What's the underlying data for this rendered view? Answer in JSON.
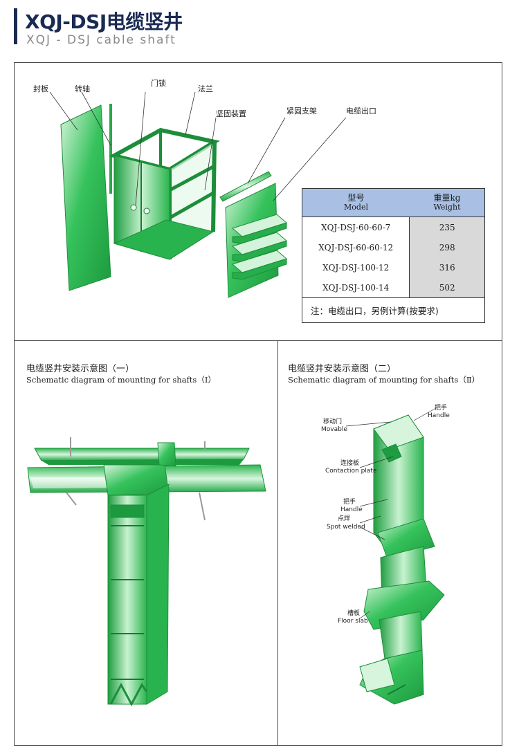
{
  "header": {
    "title": "XQJ-DSJ电缆竖井",
    "subtitle": "XQJ - DSJ cable shaft"
  },
  "diagram_top": {
    "labels": {
      "cover": "封板",
      "hinge": "转轴",
      "lock": "门锁",
      "flange": "法兰",
      "fixing": "坚固装置",
      "bracket": "紧固支架",
      "outlet": "电缆出口"
    }
  },
  "table": {
    "col1_zh": "型号",
    "col1_en": "Model",
    "col2_zh": "重量kg",
    "col2_en": "Weight",
    "rows": [
      {
        "model": "XQJ-DSJ-60-60-7",
        "weight": "235"
      },
      {
        "model": "XQJ-DSJ-60-60-12",
        "weight": "298"
      },
      {
        "model": "XQJ-DSJ-100-12",
        "weight": "316"
      },
      {
        "model": "XQJ-DSJ-100-14",
        "weight": "502"
      }
    ],
    "note": "注：电缆出口，另例计算(按要求)"
  },
  "diagram_left": {
    "caption_zh": "电缆竖井安装示意图（一）",
    "caption_en": "Schematic diagram of mounting for shafts（Ⅰ）"
  },
  "diagram_right": {
    "caption_zh": "电缆竖井安装示意图（二）",
    "caption_en": "Schematic diagram of mounting for shafts（Ⅱ）",
    "labels": {
      "handle_top_zh": "把手",
      "handle_top_en": "Handle",
      "movable_zh": "移动门",
      "movable_en": "Movable",
      "plate_zh": "连接板",
      "plate_en": "Contaction plate",
      "handle_zh": "把手",
      "handle_en": "Handle",
      "spot_zh": "点焊",
      "spot_en": "Spot welded",
      "floor_zh": "槽板",
      "floor_en": "Floor slab"
    }
  },
  "colors": {
    "green": "#33c15a",
    "green_dark": "#1f9a40",
    "green_light": "#bff0c8",
    "table_header": "#a9c0e4",
    "table_cell": "#d9d9d9",
    "title": "#1a2a52"
  }
}
